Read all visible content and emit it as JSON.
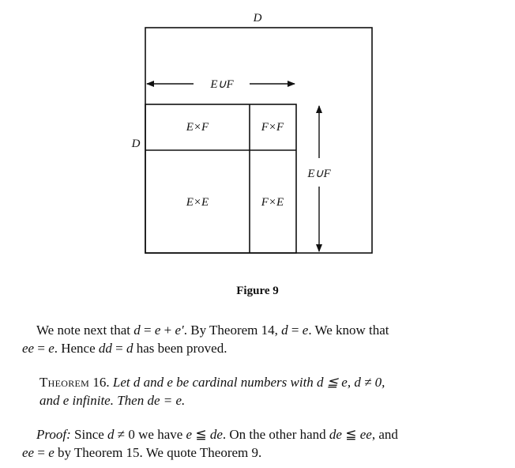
{
  "figure": {
    "labels": {
      "outer_top": "D",
      "outer_left": "D",
      "top_span": "E∪F",
      "right_span": "E∪F",
      "cell_top_left": "E×F",
      "cell_top_right": "F×F",
      "cell_bottom_left": "E×E",
      "cell_bottom_right": "F×E"
    },
    "caption": "Figure 9"
  },
  "paragraph1": {
    "line1": [
      "We note next that ",
      "d",
      " = ",
      "e",
      " + ",
      "e′",
      ". By Theorem 14, ",
      "d",
      " = ",
      "e",
      ". We know that"
    ],
    "line2": [
      "ee",
      " = ",
      "e",
      ". Hence ",
      "dd",
      " = ",
      "d",
      " has been proved."
    ]
  },
  "theorem": {
    "line1": [
      "Theorem",
      " 16.  ",
      "Let d and e be cardinal numbers with d ≦ e, d ≠ 0,"
    ],
    "line2": [
      "and e infinite. Then de = e."
    ]
  },
  "proof": {
    "line1": [
      "Proof:",
      "  Since ",
      "d",
      " ≠ 0 we have ",
      "e",
      " ≦ ",
      "de",
      ". On the other hand ",
      "de",
      " ≦ ",
      "ee",
      ", and"
    ],
    "line2": [
      "ee",
      " = ",
      "e",
      " by Theorem 15. We quote Theorem 9."
    ]
  }
}
